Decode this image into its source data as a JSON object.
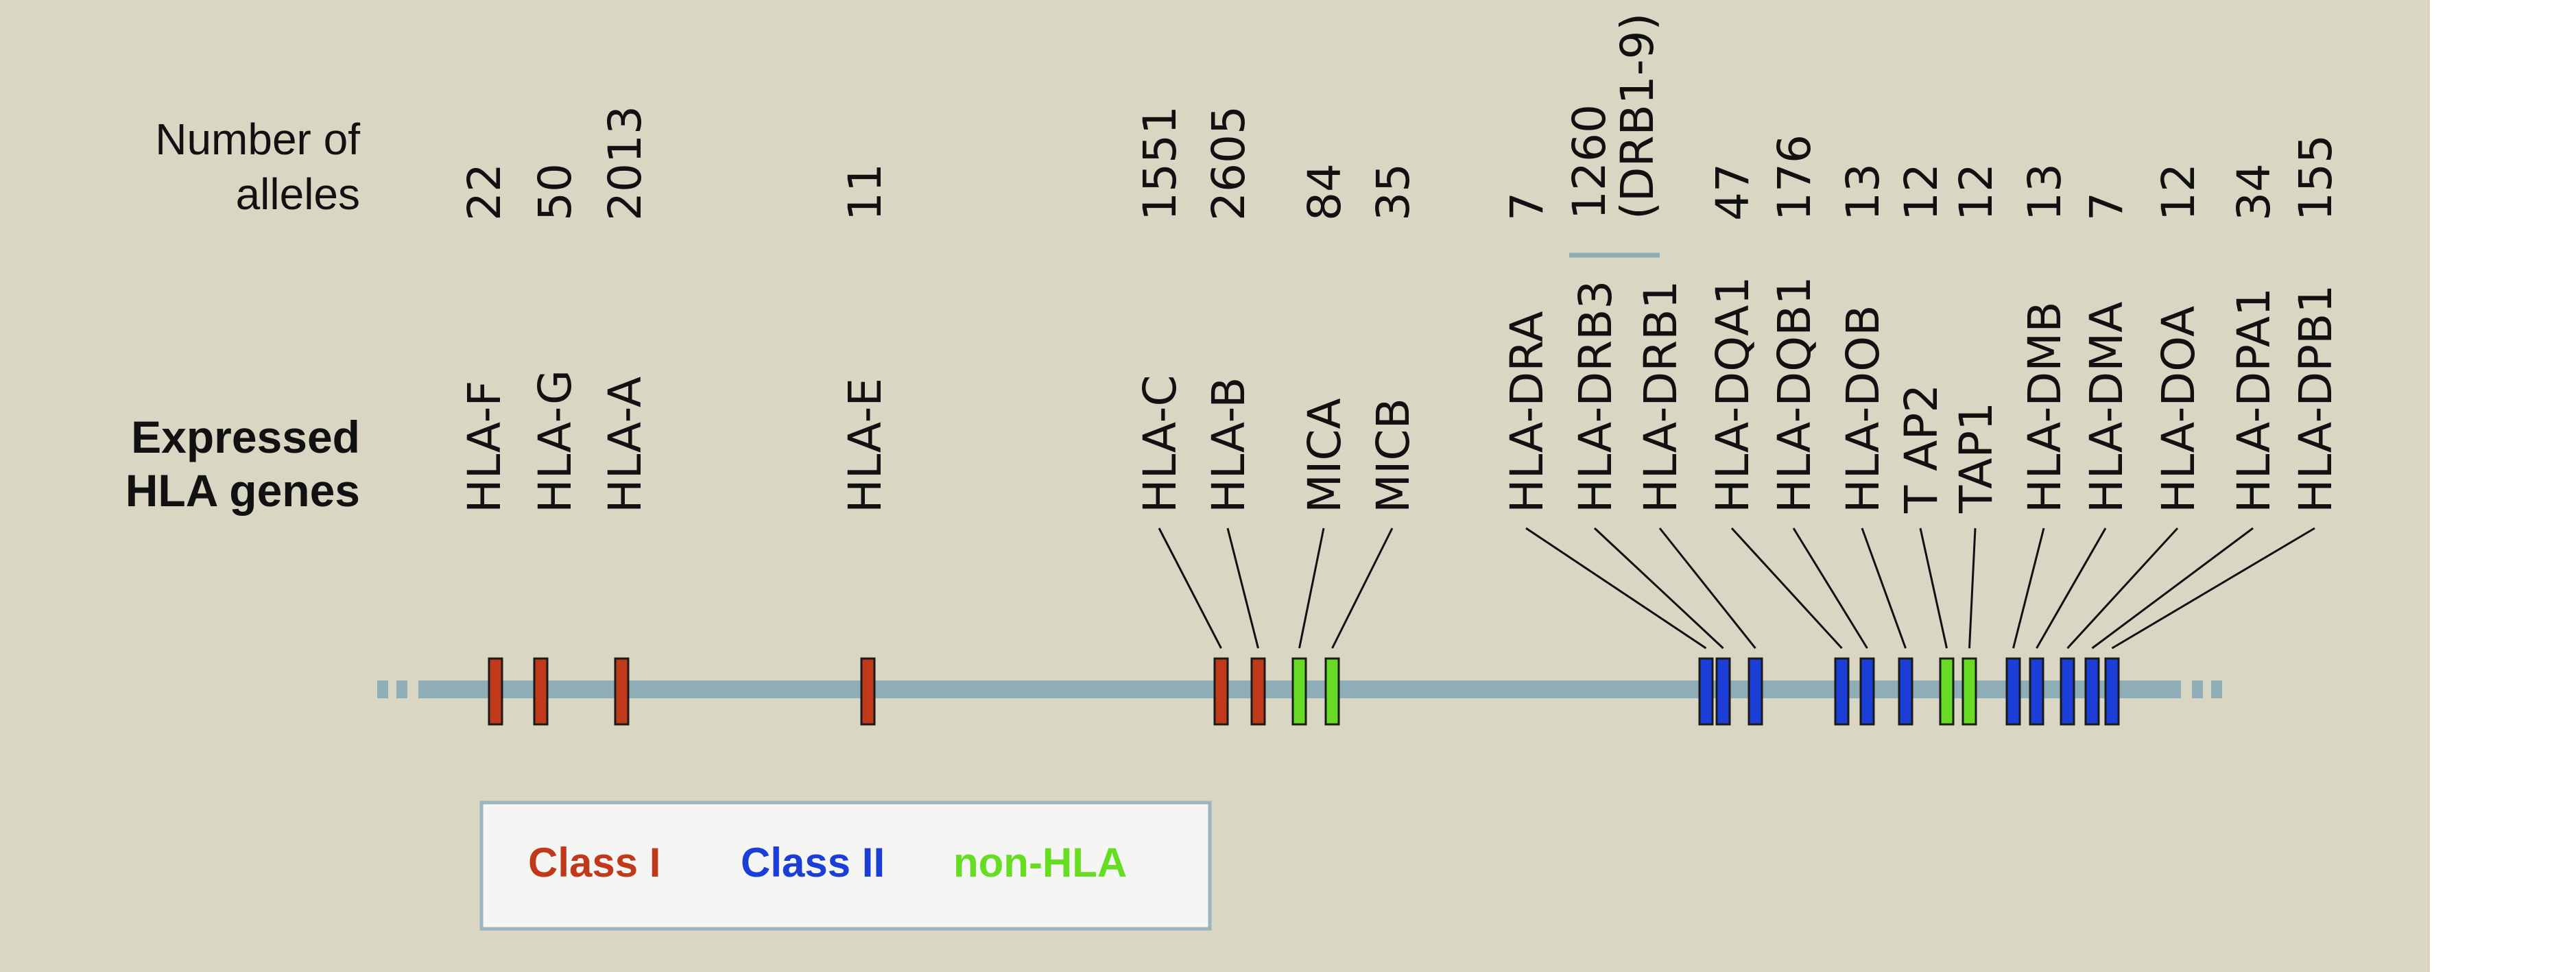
{
  "row_labels": {
    "alleles_line1": "Number of",
    "alleles_line2": "alleles",
    "genes_line1": "Expressed",
    "genes_line2": "HLA genes"
  },
  "colors": {
    "class_i": "#c0391b",
    "class_ii": "#1b3fd6",
    "non_hla": "#66dd22",
    "chromosome": "#8fadb6",
    "background": "#d9d6c4",
    "legend_fill": "#f5f6f4",
    "legend_border": "#9bb4be"
  },
  "legend": [
    {
      "label": "Class I",
      "color": "#c0391b"
    },
    {
      "label": "Class II",
      "color": "#1b3fd6"
    },
    {
      "label": "non-HLA",
      "color": "#66dd22"
    }
  ],
  "genes": [
    {
      "name": "HLA-F",
      "alleles": "22",
      "class": "class_i"
    },
    {
      "name": "HLA-G",
      "alleles": "50",
      "class": "class_i"
    },
    {
      "name": "HLA-A",
      "alleles": "2013",
      "class": "class_i"
    },
    {
      "name": "HLA-E",
      "alleles": "11",
      "class": "class_i"
    },
    {
      "name": "HLA-C",
      "alleles": "1551",
      "class": "class_i"
    },
    {
      "name": "HLA-B",
      "alleles": "2605",
      "class": "class_i"
    },
    {
      "name": "MICA",
      "alleles": "84",
      "class": "non_hla"
    },
    {
      "name": "MICB",
      "alleles": "35",
      "class": "non_hla"
    },
    {
      "name": "HLA-DRA",
      "alleles": "7",
      "class": "class_ii"
    },
    {
      "name": "HLA-DRB3",
      "alleles": "",
      "class": "class_ii"
    },
    {
      "name": "HLA-DRB1",
      "alleles": "",
      "class": "class_ii"
    },
    {
      "name": "HLA-DQA1",
      "alleles": "47",
      "class": "class_ii"
    },
    {
      "name": "HLA-DQB1",
      "alleles": "176",
      "class": "class_ii"
    },
    {
      "name": "HLA-DOB",
      "alleles": "13",
      "class": "class_ii"
    },
    {
      "name": "T AP2",
      "alleles": "12",
      "class": "non_hla"
    },
    {
      "name": "TAP1",
      "alleles": "12",
      "class": "non_hla"
    },
    {
      "name": "HLA-DMB",
      "alleles": "13",
      "class": "class_ii"
    },
    {
      "name": "HLA-DMA",
      "alleles": "7",
      "class": "class_ii"
    },
    {
      "name": "HLA-DOA",
      "alleles": "12",
      "class": "class_ii"
    },
    {
      "name": "HLA-DPA1",
      "alleles": "34",
      "class": "class_ii"
    },
    {
      "name": "HLA-DPB1",
      "alleles": "155",
      "class": "class_ii"
    }
  ],
  "drb_group": {
    "alleles_line1": "1260",
    "alleles_line2": "(DRB1-9)"
  }
}
